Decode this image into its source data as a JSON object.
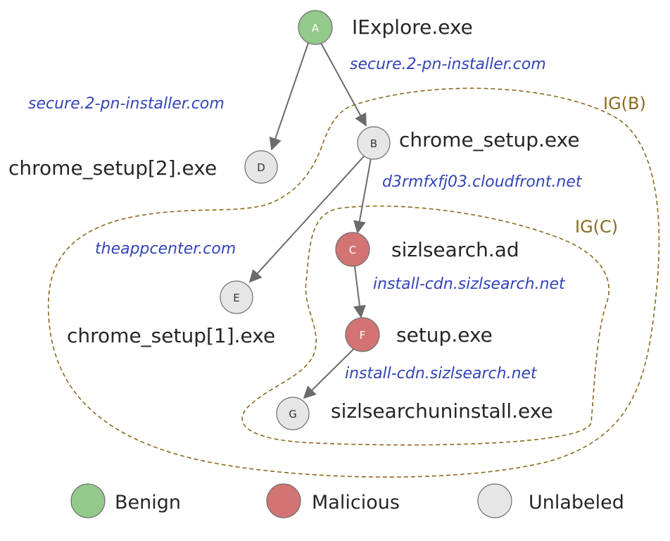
{
  "colors": {
    "benign": "#93c98a",
    "malicious": "#d27474",
    "unlabeled": "#e6e6e6",
    "edge": "#6b6b6b",
    "domain_text": "#3344b8",
    "group_boundary": "#8a6a1c"
  },
  "nodes": [
    {
      "id": "A",
      "letter": "A",
      "status": "benign",
      "file": "IExplore.exe"
    },
    {
      "id": "B",
      "letter": "B",
      "status": "unlabeled",
      "file": "chrome_setup.exe"
    },
    {
      "id": "C",
      "letter": "C",
      "status": "malicious",
      "file": "sizlsearch.ad"
    },
    {
      "id": "D",
      "letter": "D",
      "status": "unlabeled",
      "file": "chrome_setup[2].exe"
    },
    {
      "id": "E",
      "letter": "E",
      "status": "unlabeled",
      "file": "chrome_setup[1].exe"
    },
    {
      "id": "F",
      "letter": "F",
      "status": "malicious",
      "file": "setup.exe"
    },
    {
      "id": "G",
      "letter": "G",
      "status": "unlabeled",
      "file": "sizlsearchuninstall.exe"
    }
  ],
  "edges": [
    {
      "from": "A",
      "to": "D",
      "domain": "secure.2-pn-installer.com"
    },
    {
      "from": "A",
      "to": "B",
      "domain": "secure.2-pn-installer.com"
    },
    {
      "from": "B",
      "to": "C",
      "domain": "d3rmfxfj03.cloudfront.net"
    },
    {
      "from": "B",
      "to": "E",
      "domain": "theappcenter.com"
    },
    {
      "from": "C",
      "to": "F",
      "domain": "install-cdn.sizlsearch.net"
    },
    {
      "from": "F",
      "to": "G",
      "domain": "install-cdn.sizlsearch.net"
    }
  ],
  "groups": [
    {
      "id": "IG_B",
      "label": "IG(B)"
    },
    {
      "id": "IG_C",
      "label": "IG(C)"
    }
  ],
  "legend": [
    {
      "status": "benign",
      "label": "Benign"
    },
    {
      "status": "malicious",
      "label": "Malicious"
    },
    {
      "status": "unlabeled",
      "label": "Unlabeled"
    }
  ]
}
